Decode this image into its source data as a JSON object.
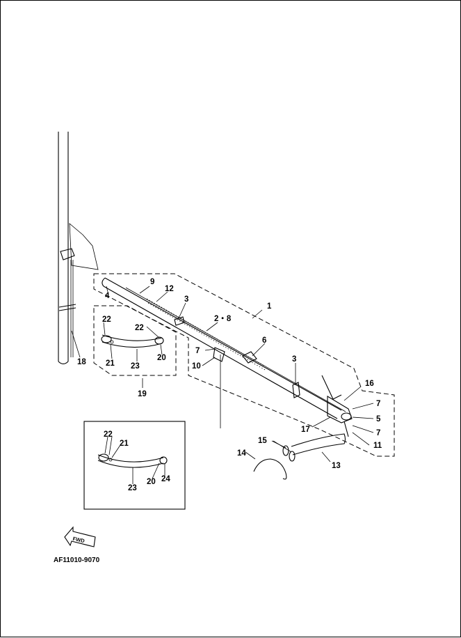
{
  "diagram": {
    "code": "AF11010-9070",
    "fwd_label": "FWD",
    "callouts": {
      "c1": "1",
      "c28": "2・8",
      "c3a": "3",
      "c3b": "3",
      "c4": "4",
      "c5": "5",
      "c6": "6",
      "c7a": "7",
      "c7b": "7",
      "c7c": "7",
      "c9": "9",
      "c10": "10",
      "c11": "11",
      "c12": "12",
      "c13": "13",
      "c14": "14",
      "c15": "15",
      "c16": "16",
      "c17": "17",
      "c18": "18",
      "c19": "19",
      "c20a": "20",
      "c21a": "21",
      "c22a": "22",
      "c22b": "22",
      "c23a": "23",
      "inset_c20": "20",
      "inset_c21": "21",
      "inset_c22": "22",
      "inset_c23": "23",
      "inset_c24": "24"
    }
  }
}
